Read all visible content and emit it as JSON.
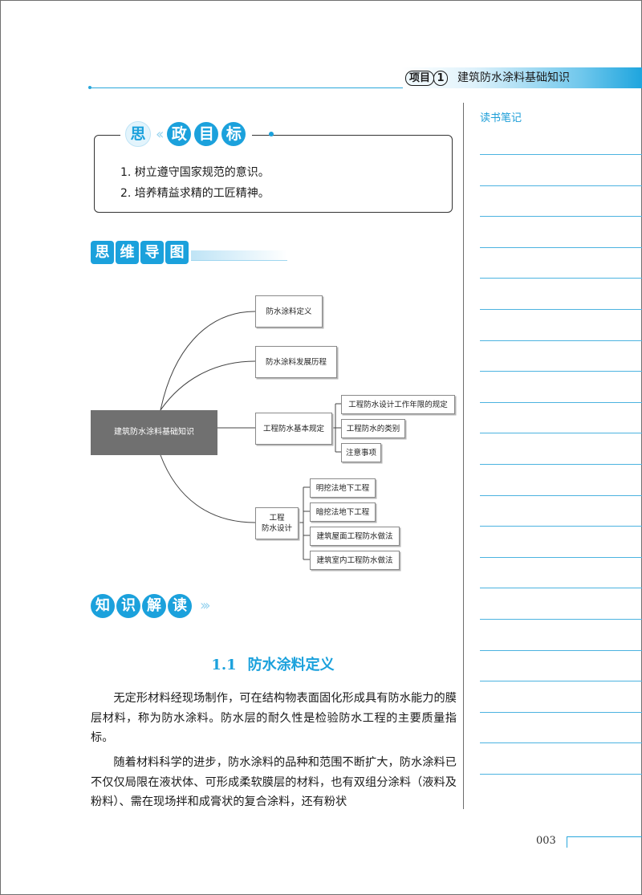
{
  "header": {
    "project_label": "项目",
    "project_number": "1",
    "chapter_title": "建筑防水涂料基础知识"
  },
  "notes": {
    "title": "读书笔记"
  },
  "goals": {
    "title_chars": [
      "思",
      "政",
      "目",
      "标"
    ],
    "items": [
      "1. 树立遵守国家规范的意识。",
      "2. 培养精益求精的工匠精神。"
    ]
  },
  "mindmap_section": {
    "title_chars": [
      "思",
      "维",
      "导",
      "图"
    ]
  },
  "mindmap": {
    "root": "建筑防水涂料基础知识",
    "branches": [
      {
        "label": "防水涂料定义",
        "children": []
      },
      {
        "label": "防水涂料发展历程",
        "children": []
      },
      {
        "label": "工程防水基本规定",
        "children": [
          "工程防水设计工作年限的规定",
          "工程防水的类别",
          "注意事项"
        ]
      },
      {
        "label_lines": [
          "工程",
          "防水设计"
        ],
        "children": [
          "明挖法地下工程",
          "暗挖法地下工程",
          "建筑屋面工程防水做法",
          "建筑室内工程防水做法"
        ]
      }
    ]
  },
  "knowledge_section": {
    "title_chars": [
      "知",
      "识",
      "解",
      "读"
    ]
  },
  "section": {
    "number": "1.1",
    "title": "防水涂料定义"
  },
  "paragraphs": [
    "无定形材料经现场制作，可在结构物表面固化形成具有防水能力的膜层材料，称为防水涂料。防水层的耐久性是检验防水工程的主要质量指标。",
    "随着材料科学的进步，防水涂料的品种和范围不断扩大，防水涂料已不仅仅局限在液状体、可形成柔软膜层的材料，也有双组分涂料（液料及粉料）、需在现场拌和成膏状的复合涂料，还有粉状"
  ],
  "footer": {
    "page_number": "003"
  },
  "colors": {
    "accent": "#1ba1dc",
    "root_fill": "#707070"
  }
}
